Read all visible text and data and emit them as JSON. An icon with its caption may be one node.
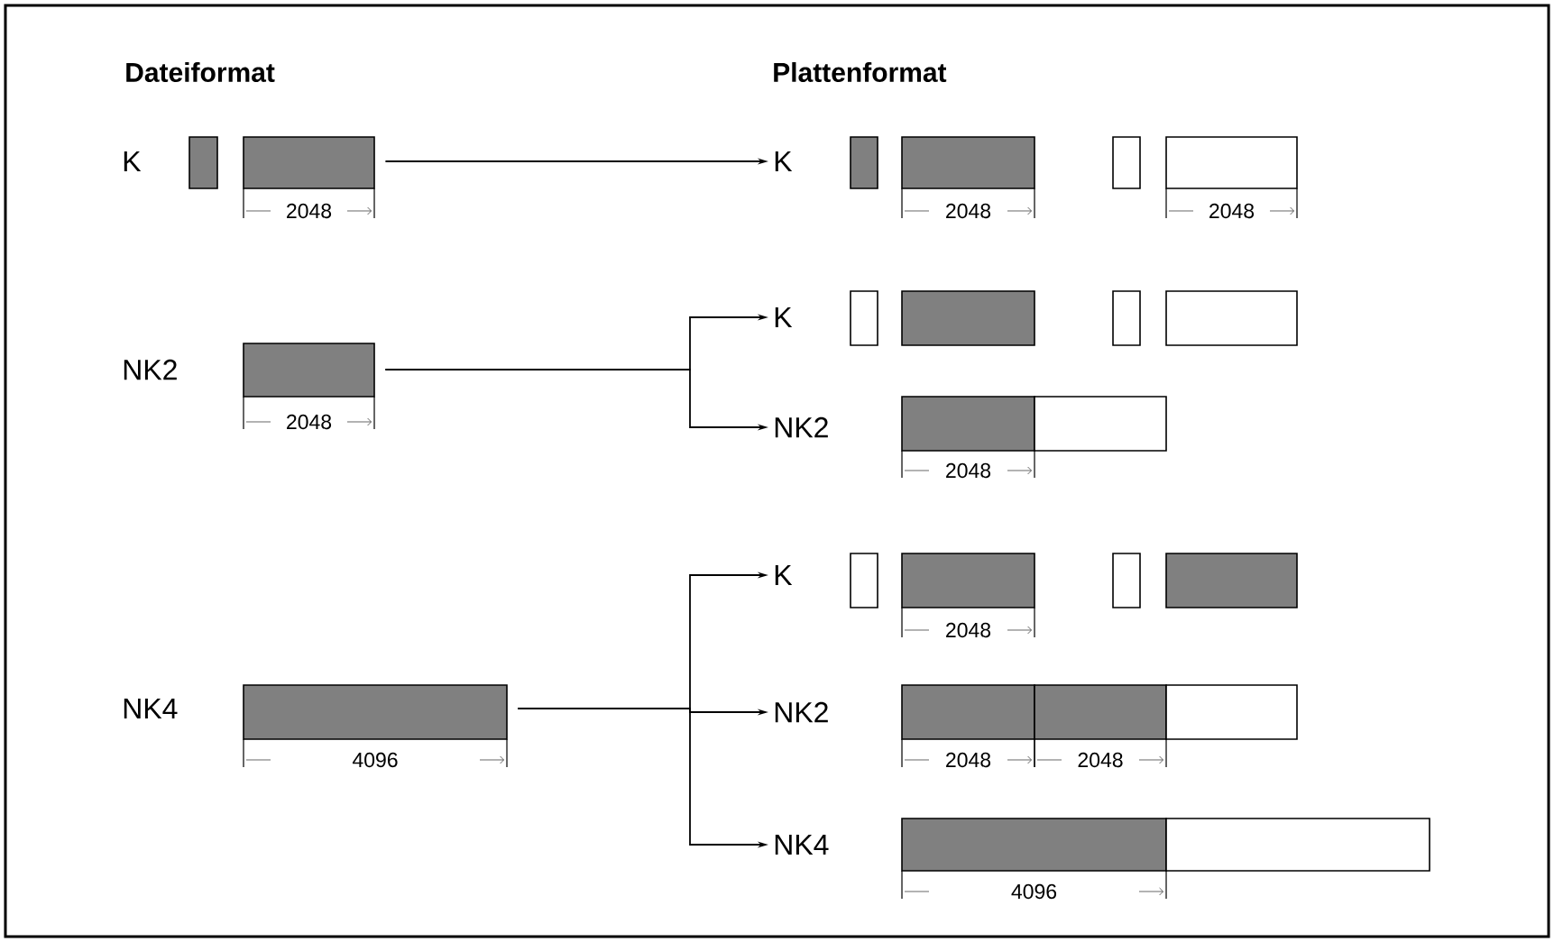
{
  "diagram": {
    "nodes": [
      {
        "text": [
          "K"
        ]
      },
      {
        "text": [
          "NK2"
        ]
      },
      {
        "text": [
          "NK4"
        ]
      },
      {
        "text": [
          "K"
        ]
      },
      {
        "text": [
          "K"
        ]
      },
      {
        "text": [
          "NK2"
        ]
      },
      {
        "text": [
          "K"
        ]
      },
      {
        "text": [
          "NK2"
        ]
      },
      {
        "text": [
          "NK4"
        ]
      }
    ],
    "edges": [
      {
        "from": 0,
        "to": 3,
        "arrow": "to"
      },
      {
        "from": 1,
        "to": 4,
        "arrow": "to"
      },
      {
        "from": 1,
        "to": 5,
        "arrow": "to"
      },
      {
        "from": 2,
        "to": 6,
        "arrow": "to"
      },
      {
        "from": 2,
        "to": 7,
        "arrow": "to"
      },
      {
        "from": 2,
        "to": 8,
        "arrow": "to"
      }
    ],
    "labels": [
      "Dateiformat",
      "Plattenformat",
      "2048",
      "2048",
      "2048",
      "2048",
      "2048",
      "2048",
      "4096",
      "2048",
      "2048",
      "4096"
    ]
  }
}
